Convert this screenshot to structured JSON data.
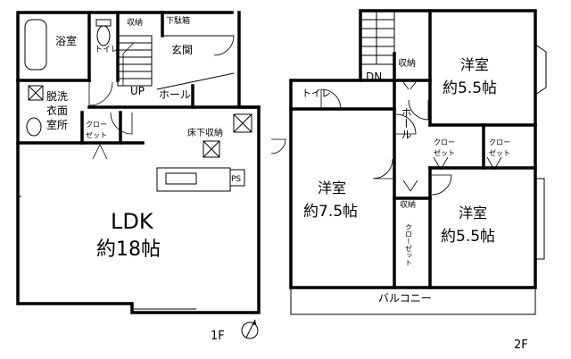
{
  "floor1": {
    "floor_label": "1F",
    "rooms": {
      "bath": "浴室",
      "toilet": "トイレ",
      "storage_entry": "収納",
      "shoe_storage": "下駄箱",
      "entrance": "玄関",
      "up": "UP",
      "hall": "ホール",
      "dressing_line1": "脱洗",
      "dressing_line2": "衣面",
      "dressing_line3": "室所",
      "closet_line1": "クロー",
      "closet_line2": "ゼット",
      "underfloor_storage": "床下収納",
      "pantry": "PS",
      "ldk_name": "LDK",
      "ldk_size": "約18帖"
    }
  },
  "floor2": {
    "floor_label": "2F",
    "rooms": {
      "toilet": "トイレ",
      "dn": "DN",
      "storage_top": "収納",
      "hall": "ホール",
      "western_ne_name": "洋室",
      "western_ne_size": "約5.5帖",
      "western_w_name": "洋室",
      "western_w_size": "約7.5帖",
      "western_se_name": "洋室",
      "western_se_size": "約5.5帖",
      "closet_a_line1": "クロー",
      "closet_a_line2": "ゼット",
      "closet_b_line1": "クロー",
      "closet_b_line2": "ゼット",
      "storage_mid": "収納",
      "closet_v": "クローゼット",
      "balcony": "バルコニー"
    }
  }
}
